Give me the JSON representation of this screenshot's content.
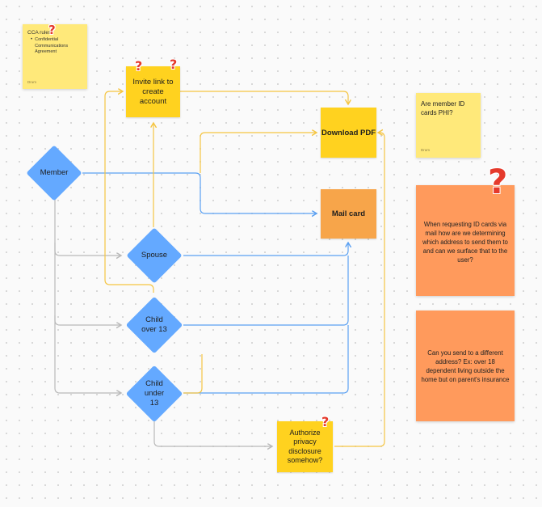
{
  "colors": {
    "yellow_line": "#f5c542",
    "blue_line": "#5aa0f2",
    "gray_line": "#b9b9b9",
    "diamond": "#64a9ff",
    "yellow_node": "#ffd21f",
    "orange_node": "#f7a54a",
    "orange_note": "#ff9a5c",
    "yellow_note": "#ffe97a",
    "question_mark": "#e53a2c"
  },
  "notes": {
    "cca": {
      "title": "CCA rules:",
      "bullet": "Confidential Communications Agreement",
      "author": "Drum"
    },
    "phi": {
      "text": "Are member ID cards PHI?",
      "author": "Drum"
    },
    "mail_address": {
      "text": "When requesting ID cards via mail how are we determining which address to send them to and can we surface that to the user?"
    },
    "different_address": {
      "text": "Can you send to a different address? Ex: over 18 dependent living outside the home but on parent's insurance"
    }
  },
  "nodes": {
    "invite": "Invite link to create account",
    "download": "Download PDF",
    "mail": "Mail card",
    "authorize": "Authorize privacy disclosure somehow?"
  },
  "diamonds": {
    "member": "Member",
    "spouse": "Spouse",
    "child_over": "Child\nover 13",
    "child_under": "Child\nunder\n13"
  },
  "question_mark": "?"
}
